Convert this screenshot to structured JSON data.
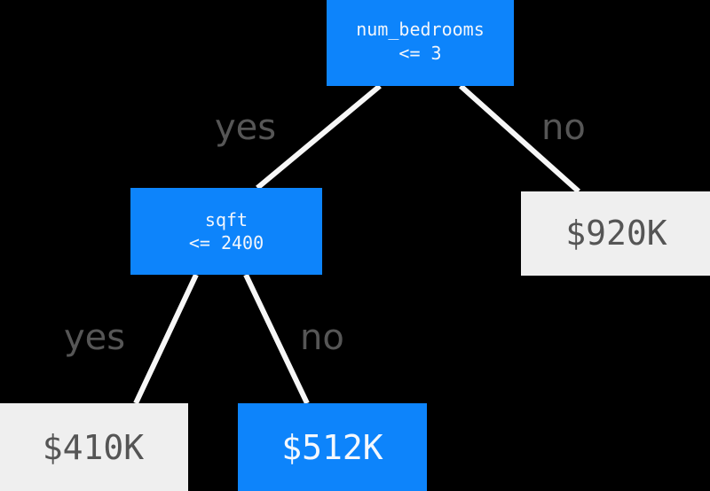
{
  "diagram": {
    "title": "decision-tree",
    "background_color": "#000000",
    "edge_color": "#f7f7f7",
    "internal_node_color": "#0d84fb",
    "leaf_blue_color": "#0d84fb",
    "leaf_gray_color": "#efefef",
    "label_color": "#565656"
  },
  "nodes": {
    "root": {
      "feature": "num_bedrooms",
      "condition": "<= 3"
    },
    "sqft": {
      "feature": "sqft",
      "condition": "<= 2400"
    },
    "leaf_920": {
      "value": "$920K"
    },
    "leaf_410": {
      "value": "$410K"
    },
    "leaf_512": {
      "value": "$512K"
    }
  },
  "edge_labels": {
    "root_yes": "yes",
    "root_no": "no",
    "sqft_yes": "yes",
    "sqft_no": "no"
  }
}
